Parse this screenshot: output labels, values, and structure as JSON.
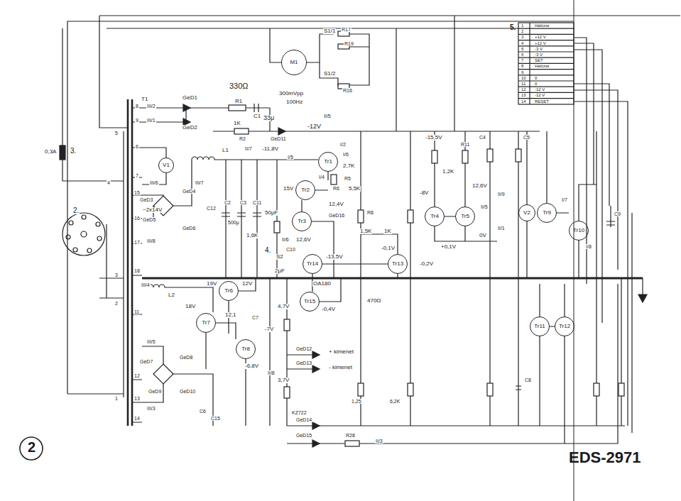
{
  "diagram": {
    "nodes": [
      {
        "text": [
          "5."
        ]
      },
      {
        "text": [
          "M1"
        ]
      },
      {
        "text": [
          "V1"
        ]
      },
      {
        "text": [
          "Tr1"
        ]
      },
      {
        "text": [
          "Tr2"
        ]
      },
      {
        "text": [
          "Tr3"
        ]
      },
      {
        "text": [
          "Tr4"
        ]
      },
      {
        "text": [
          "Tr5"
        ]
      },
      {
        "text": [
          "V2"
        ]
      },
      {
        "text": [
          "Tr9"
        ]
      },
      {
        "text": [
          "Tr10"
        ]
      },
      {
        "text": [
          "Tr13"
        ]
      },
      {
        "text": [
          "Tr14"
        ]
      },
      {
        "text": [
          "Tr6"
        ]
      },
      {
        "text": [
          "Tr15"
        ]
      },
      {
        "text": [
          "Tr7"
        ]
      },
      {
        "text": [
          "Tr8"
        ]
      },
      {
        "text": [
          "Tr11"
        ]
      },
      {
        "text": [
          "Tr12"
        ]
      }
    ],
    "labels": [
      "S1/1",
      "R17",
      "R19",
      "S1/2",
      "R16",
      "1",
      "2",
      "3",
      "4",
      "5",
      "6",
      "7",
      "8",
      "9",
      "10",
      "11",
      "12",
      "13",
      "14",
      "Hálózat",
      "+12 V",
      "+12 V",
      "-3 V",
      "-3 V",
      "SET",
      "Hálózat",
      "0",
      "0",
      "-12 V",
      "-12 V",
      "RESET",
      "330Ω",
      "R1",
      "C1",
      "33μ",
      "300mVpp",
      "100Hz",
      "T1",
      "GeD1",
      "III/2",
      "8",
      "9",
      "III/1",
      "GeD2",
      "6",
      "7",
      "III/6",
      "15",
      "GeD3",
      "GeD4",
      "~2x14V",
      "III/7",
      "GeD5",
      "GeD6",
      "16",
      "17",
      "III/8",
      "18",
      "5",
      "4",
      "0,3A",
      "3.",
      "2.",
      "3",
      "2",
      "1",
      "1K",
      "R2",
      "GeD11",
      "-12V",
      "II/5",
      "-11,8V",
      "II/7",
      "L1",
      "C12",
      "C2",
      "C3",
      "500μ",
      "C11",
      "50μF",
      "I/5",
      "I/2",
      "I/6",
      "2,7K",
      "R5",
      "R6",
      "5,5K",
      "I/4",
      "15V",
      "12,4V",
      "GeD16",
      "1,6K",
      "4.",
      "S2",
      "II/6",
      "12,6V",
      "C10",
      "-13,5V",
      "2μF",
      "OA180",
      "-0,4V",
      "4,7V",
      "19V",
      "12V",
      "12,1",
      "18V",
      "L2",
      "III/4",
      "C7",
      "-7V",
      "-6,8V",
      "II/8",
      "3,7V",
      "KZ722",
      "-15,5V",
      "C4",
      "C5",
      "R11",
      "1,2K",
      "12,6V",
      "-8V",
      "II/5",
      "+0,1V",
      "0V",
      "II/1",
      "II/9",
      "R8",
      "1,5K",
      "1K",
      "-0,1V",
      "-0,2V",
      "I/7",
      "I/8",
      "C9",
      "470Ω",
      "+ kimenet",
      "- kimenet",
      "GeD12",
      "GeD13",
      "GeD14",
      "GeD15",
      "R28",
      "II/3",
      "III/5",
      "III/3",
      "GeD7",
      "GeD8",
      "GeD9",
      "GeD10",
      "C6",
      "C15",
      "11",
      "12",
      "13",
      "14",
      "1,25",
      "6,2K",
      "C8",
      "EDS-2971",
      "2"
    ]
  }
}
